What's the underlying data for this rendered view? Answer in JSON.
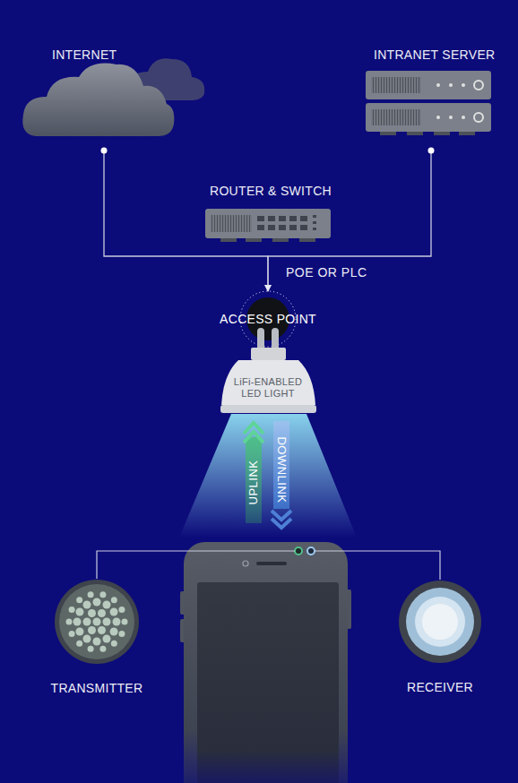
{
  "diagram": {
    "nodes": [
      {
        "text": [
          "INTERNET"
        ]
      },
      {
        "text": [
          "INTRANET SERVER"
        ]
      },
      {
        "text": [
          "ROUTER & SWITCH"
        ]
      },
      {
        "text": [
          "ACCESS POINT",
          "LiFi-ENABLED LED LIGHT"
        ]
      },
      {
        "text": [
          "TRANSMITTER"
        ]
      },
      {
        "text": [
          "RECEIVER"
        ]
      }
    ],
    "edges": [
      {
        "from": 0,
        "to": 3,
        "arrow": "to",
        "label": "POE OR PLC"
      },
      {
        "from": 1,
        "to": 3,
        "arrow": "to"
      }
    ],
    "labels": [
      "UPLINK",
      "DOWNLINK"
    ]
  }
}
